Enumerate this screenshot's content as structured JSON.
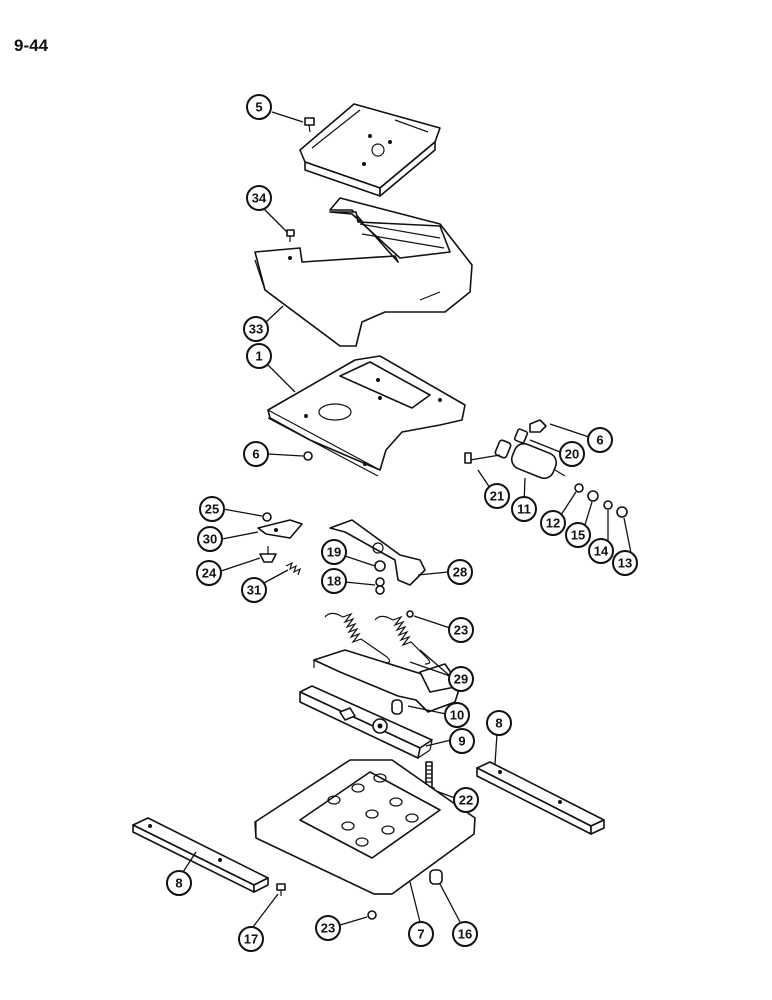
{
  "page": {
    "number": "9-44"
  },
  "callouts": {
    "c5": "5",
    "c34": "34",
    "c33": "33",
    "c1": "1",
    "c6a": "6",
    "c6b": "6",
    "c20": "20",
    "c21": "21",
    "c11": "11",
    "c12": "12",
    "c15": "15",
    "c14": "14",
    "c13": "13",
    "c25": "25",
    "c30": "30",
    "c24": "24",
    "c31": "31",
    "c19": "19",
    "c18": "18",
    "c28": "28",
    "c23a": "23",
    "c29": "29",
    "c10": "10",
    "c9": "9",
    "c8a": "8",
    "c8b": "8",
    "c22": "22",
    "c17": "17",
    "c23b": "23",
    "c7": "7",
    "c16": "16"
  }
}
